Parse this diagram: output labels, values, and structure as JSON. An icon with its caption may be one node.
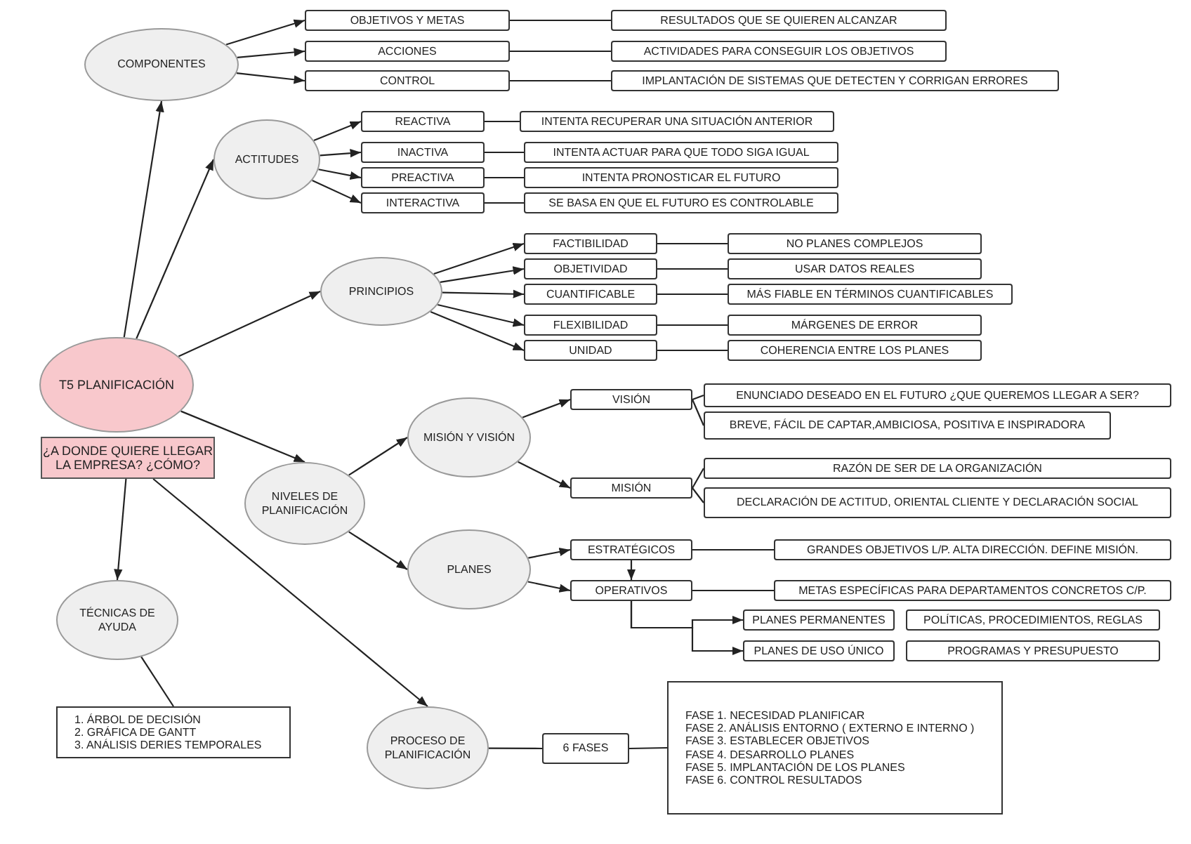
{
  "diagram": {
    "nodes": [
      {
        "text": [
          "T5 PLANIFICACIÓN"
        ]
      },
      {
        "text": [
          "¿A DONDE QUIERE LLEGAR LA EMPRESA? ¿CÓMO?"
        ]
      },
      {
        "text": [
          "COMPONENTES"
        ]
      },
      {
        "text": [
          "OBJETIVOS Y METAS"
        ]
      },
      {
        "text": [
          "ACCIONES"
        ]
      },
      {
        "text": [
          "CONTROL"
        ]
      },
      {
        "text": [
          "RESULTADOS QUE SE QUIEREN ALCANZAR"
        ]
      },
      {
        "text": [
          "ACTIVIDADES PARA CONSEGUIR LOS OBJETIVOS"
        ]
      },
      {
        "text": [
          "IMPLANTACIÓN DE SISTEMAS QUE DETECTEN Y CORRIGAN ERRORES"
        ]
      },
      {
        "text": [
          "ACTITUDES"
        ]
      },
      {
        "text": [
          "REACTIVA"
        ]
      },
      {
        "text": [
          "INACTIVA"
        ]
      },
      {
        "text": [
          "PREACTIVA"
        ]
      },
      {
        "text": [
          "INTERACTIVA"
        ]
      },
      {
        "text": [
          "INTENTA RECUPERAR UNA SITUACIÓN ANTERIOR"
        ]
      },
      {
        "text": [
          "INTENTA ACTUAR PARA QUE TODO SIGA IGUAL"
        ]
      },
      {
        "text": [
          "INTENTA PRONOSTICAR EL FUTURO"
        ]
      },
      {
        "text": [
          "SE BASA EN QUE EL FUTURO ES CONTROLABLE"
        ]
      },
      {
        "text": [
          "PRINCIPIOS"
        ]
      },
      {
        "text": [
          "FACTIBILIDAD"
        ]
      },
      {
        "text": [
          "OBJETIVIDAD"
        ]
      },
      {
        "text": [
          "CUANTIFICABLE"
        ]
      },
      {
        "text": [
          "FLEXIBILIDAD"
        ]
      },
      {
        "text": [
          "UNIDAD"
        ]
      },
      {
        "text": [
          "NO PLANES COMPLEJOS"
        ]
      },
      {
        "text": [
          "USAR DATOS REALES"
        ]
      },
      {
        "text": [
          "MÁS FIABLE EN TÉRMINOS CUANTIFICABLES"
        ]
      },
      {
        "text": [
          "MÁRGENES DE ERROR"
        ]
      },
      {
        "text": [
          "COHERENCIA ENTRE LOS PLANES"
        ]
      },
      {
        "text": [
          "NIVELES DE PLANIFICACIÓN"
        ]
      },
      {
        "text": [
          "MISIÓN Y VISIÓN"
        ]
      },
      {
        "text": [
          "PLANES"
        ]
      },
      {
        "text": [
          "VISIÓN"
        ]
      },
      {
        "text": [
          "ENUNCIADO DESEADO EN EL FUTURO ¿QUE QUEREMOS LLEGAR A SER?"
        ]
      },
      {
        "text": [
          "BREVE, FÁCIL DE CAPTAR,AMBICIOSA,  POSITIVA E INSPIRADORA"
        ]
      },
      {
        "text": [
          "MISIÓN"
        ]
      },
      {
        "text": [
          "RAZÓN DE SER DE LA ORGANIZACIÓN"
        ]
      },
      {
        "text": [
          "DECLARACIÓN DE ACTITUD, ORIENTAL CLIENTE Y DECLARACIÓN SOCIAL"
        ]
      },
      {
        "text": [
          "ESTRATÉGICOS"
        ]
      },
      {
        "text": [
          "GRANDES OBJETIVOS L/P. ALTA DIRECCIÓN. DEFINE MISIÓN."
        ]
      },
      {
        "text": [
          "OPERATIVOS"
        ]
      },
      {
        "text": [
          "METAS ESPECÍFICAS PARA DEPARTAMENTOS CONCRETOS C/P."
        ]
      },
      {
        "text": [
          "PLANES PERMANENTES"
        ]
      },
      {
        "text": [
          "POLÍTICAS, PROCEDIMIENTOS, REGLAS"
        ]
      },
      {
        "text": [
          "PLANES DE USO ÚNICO"
        ]
      },
      {
        "text": [
          "PROGRAMAS Y PRESUPUESTO"
        ]
      },
      {
        "text": [
          "TÉCNICAS DE AYUDA"
        ]
      },
      {
        "text": [
          "1. ÁRBOL DE DECISIÓN",
          "2. GRÁFICA DE GANTT",
          "3. ANÁLISIS DERIES TEMPORALES"
        ]
      },
      {
        "text": [
          "PROCESO DE PLANIFICACIÓN"
        ]
      },
      {
        "text": [
          "6 FASES"
        ]
      },
      {
        "text": [
          "FASE 1. NECESIDAD PLANIFICAR",
          "FASE 2. ANÁLISIS ENTORNO ( EXTERNO E INTERNO )",
          "FASE 3. ESTABLECER OBJETIVOS",
          "FASE 4. DESARROLLO PLANES",
          "FASE 5. IMPLANTACIÓN DE LOS PLANES",
          "FASE 6. CONTROL RESULTADOS"
        ]
      }
    ],
    "edges": [
      {
        "from": 0,
        "to": 2,
        "arrow": "to"
      },
      {
        "from": 0,
        "to": 9,
        "arrow": "to"
      },
      {
        "from": 0,
        "to": 18,
        "arrow": "to"
      },
      {
        "from": 0,
        "to": 29,
        "arrow": "to"
      },
      {
        "from": 1,
        "to": 46,
        "arrow": "to"
      },
      {
        "from": 1,
        "to": 48,
        "arrow": "to"
      },
      {
        "from": 2,
        "to": 3,
        "arrow": "to"
      },
      {
        "from": 2,
        "to": 4,
        "arrow": "to"
      },
      {
        "from": 2,
        "to": 5,
        "arrow": "to"
      },
      {
        "from": 3,
        "to": 6,
        "arrow": "none"
      },
      {
        "from": 4,
        "to": 7,
        "arrow": "none"
      },
      {
        "from": 5,
        "to": 8,
        "arrow": "none"
      },
      {
        "from": 9,
        "to": 10,
        "arrow": "to"
      },
      {
        "from": 9,
        "to": 11,
        "arrow": "to"
      },
      {
        "from": 9,
        "to": 12,
        "arrow": "to"
      },
      {
        "from": 9,
        "to": 13,
        "arrow": "to"
      },
      {
        "from": 10,
        "to": 14,
        "arrow": "none"
      },
      {
        "from": 11,
        "to": 15,
        "arrow": "none"
      },
      {
        "from": 12,
        "to": 16,
        "arrow": "none"
      },
      {
        "from": 13,
        "to": 17,
        "arrow": "none"
      },
      {
        "from": 18,
        "to": 19,
        "arrow": "to"
      },
      {
        "from": 18,
        "to": 20,
        "arrow": "to"
      },
      {
        "from": 18,
        "to": 21,
        "arrow": "to"
      },
      {
        "from": 18,
        "to": 22,
        "arrow": "to"
      },
      {
        "from": 18,
        "to": 23,
        "arrow": "to"
      },
      {
        "from": 19,
        "to": 24,
        "arrow": "none"
      },
      {
        "from": 20,
        "to": 25,
        "arrow": "none"
      },
      {
        "from": 21,
        "to": 26,
        "arrow": "none"
      },
      {
        "from": 22,
        "to": 27,
        "arrow": "none"
      },
      {
        "from": 23,
        "to": 28,
        "arrow": "none"
      },
      {
        "from": 29,
        "to": 30,
        "arrow": "to"
      },
      {
        "from": 29,
        "to": 31,
        "arrow": "to"
      },
      {
        "from": 30,
        "to": 32,
        "arrow": "to"
      },
      {
        "from": 30,
        "to": 35,
        "arrow": "to"
      },
      {
        "from": 32,
        "to": 33,
        "arrow": "none"
      },
      {
        "from": 32,
        "to": 34,
        "arrow": "none"
      },
      {
        "from": 35,
        "to": 36,
        "arrow": "none"
      },
      {
        "from": 35,
        "to": 37,
        "arrow": "none"
      },
      {
        "from": 31,
        "to": 38,
        "arrow": "to"
      },
      {
        "from": 31,
        "to": 40,
        "arrow": "to"
      },
      {
        "from": 38,
        "to": 40,
        "arrow": "to"
      },
      {
        "from": 38,
        "to": 39,
        "arrow": "none"
      },
      {
        "from": 40,
        "to": 41,
        "arrow": "none"
      },
      {
        "from": 40,
        "to": 42,
        "arrow": "to"
      },
      {
        "from": 40,
        "to": 44,
        "arrow": "to"
      },
      {
        "from": 46,
        "to": 47,
        "arrow": "none"
      },
      {
        "from": 48,
        "to": 49,
        "arrow": "none"
      },
      {
        "from": 49,
        "to": 50,
        "arrow": "none"
      }
    ]
  }
}
